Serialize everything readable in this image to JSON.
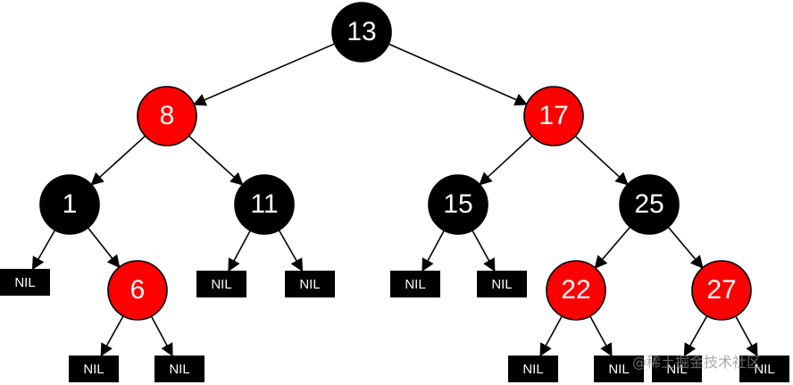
{
  "diagram": {
    "type": "red-black-tree",
    "colors": {
      "red": "#ff0000",
      "black": "#000000",
      "text": "#ffffff",
      "edge": "#000000"
    },
    "nodes": [
      {
        "id": "n13",
        "label": "13",
        "color": "black",
        "parent": null
      },
      {
        "id": "n8",
        "label": "8",
        "color": "red",
        "parent": "n13"
      },
      {
        "id": "n17",
        "label": "17",
        "color": "red",
        "parent": "n13"
      },
      {
        "id": "n1",
        "label": "1",
        "color": "black",
        "parent": "n8"
      },
      {
        "id": "n11",
        "label": "11",
        "color": "black",
        "parent": "n8"
      },
      {
        "id": "n15",
        "label": "15",
        "color": "black",
        "parent": "n17"
      },
      {
        "id": "n25",
        "label": "25",
        "color": "black",
        "parent": "n17"
      },
      {
        "id": "n6",
        "label": "6",
        "color": "red",
        "parent": "n1"
      },
      {
        "id": "n22",
        "label": "22",
        "color": "red",
        "parent": "n25"
      },
      {
        "id": "n27",
        "label": "27",
        "color": "red",
        "parent": "n25"
      }
    ],
    "nil_leaves": [
      {
        "id": "nil-1-left",
        "label": "NIL",
        "parent": "n1"
      },
      {
        "id": "nil-6-left",
        "label": "NIL",
        "parent": "n6"
      },
      {
        "id": "nil-6-right",
        "label": "NIL",
        "parent": "n6"
      },
      {
        "id": "nil-11-left",
        "label": "NIL",
        "parent": "n11"
      },
      {
        "id": "nil-11-right",
        "label": "NIL",
        "parent": "n11"
      },
      {
        "id": "nil-15-left",
        "label": "NIL",
        "parent": "n15"
      },
      {
        "id": "nil-15-right",
        "label": "NIL",
        "parent": "n15"
      },
      {
        "id": "nil-22-left",
        "label": "NIL",
        "parent": "n22"
      },
      {
        "id": "nil-22-right",
        "label": "NIL",
        "parent": "n22"
      },
      {
        "id": "nil-27-left",
        "label": "NIL",
        "parent": "n27"
      },
      {
        "id": "nil-27-right",
        "label": "NIL",
        "parent": "n27"
      }
    ]
  },
  "watermark": {
    "text": "@稀土掘金技术社区"
  }
}
